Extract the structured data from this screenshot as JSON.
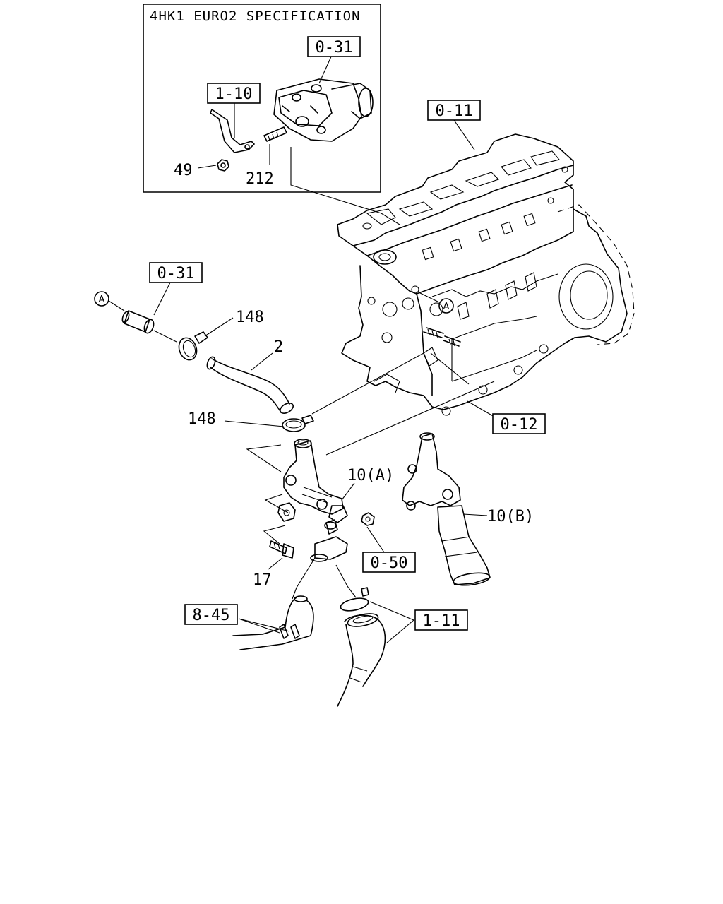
{
  "inset": {
    "title": "4HK1 EURO2 SPECIFICATION"
  },
  "refs": {
    "r_0_31_inset": "0-31",
    "r_1_10": "1-10",
    "r_0_11": "0-11",
    "r_0_31": "0-31",
    "r_0_12": "0-12",
    "r_0_50": "0-50",
    "r_8_45": "8-45",
    "r_1_11": "1-11"
  },
  "parts": {
    "p49": "49",
    "p212": "212",
    "p148_top": "148",
    "p2": "2",
    "p148_mid": "148",
    "p10a": "10(A)",
    "p10b": "10(B)",
    "p17": "17"
  },
  "markers": {
    "a1": "A",
    "a2": "A"
  }
}
